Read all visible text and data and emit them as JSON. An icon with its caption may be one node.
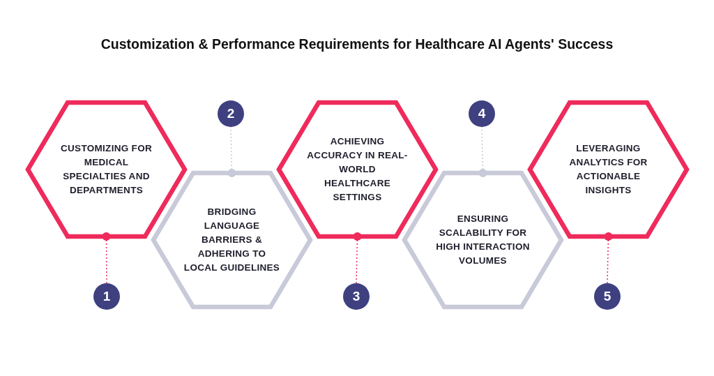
{
  "diagram": {
    "title": "Customization & Performance Requirements for Healthcare AI Agents' Success",
    "nodes": [
      {
        "text": [
          "CUSTOMIZING FOR MEDICAL SPECIALTIES AND DEPARTMENTS"
        ]
      },
      {
        "text": [
          "BRIDGING LANGUAGE BARRIERS & ADHERING TO LOCAL GUIDELINES"
        ]
      },
      {
        "text": [
          "ACHIEVING ACCURACY IN REAL-WORLD HEALTHCARE SETTINGS"
        ]
      },
      {
        "text": [
          "ENSURING SCALABILITY FOR HIGH INTERACTION VOLUMES"
        ]
      },
      {
        "text": [
          "LEVERAGING ANALYTICS FOR ACTIONABLE INSIGHTS"
        ]
      },
      {
        "text": [
          "1"
        ]
      },
      {
        "text": [
          "2"
        ]
      },
      {
        "text": [
          "3"
        ]
      },
      {
        "text": [
          "4"
        ]
      },
      {
        "text": [
          "5"
        ]
      }
    ],
    "edges": [
      {
        "from": 0,
        "to": 5,
        "arrow": "other",
        "style": "dashed"
      },
      {
        "from": 1,
        "to": 6,
        "arrow": "other",
        "style": "dashed",
        "color": "#c9cad9"
      },
      {
        "from": 2,
        "to": 7,
        "arrow": "other",
        "style": "dashed"
      },
      {
        "from": 3,
        "to": 8,
        "arrow": "other",
        "style": "dashed",
        "color": "#c9cad9"
      },
      {
        "from": 4,
        "to": 9,
        "arrow": "other",
        "style": "dashed"
      }
    ]
  }
}
